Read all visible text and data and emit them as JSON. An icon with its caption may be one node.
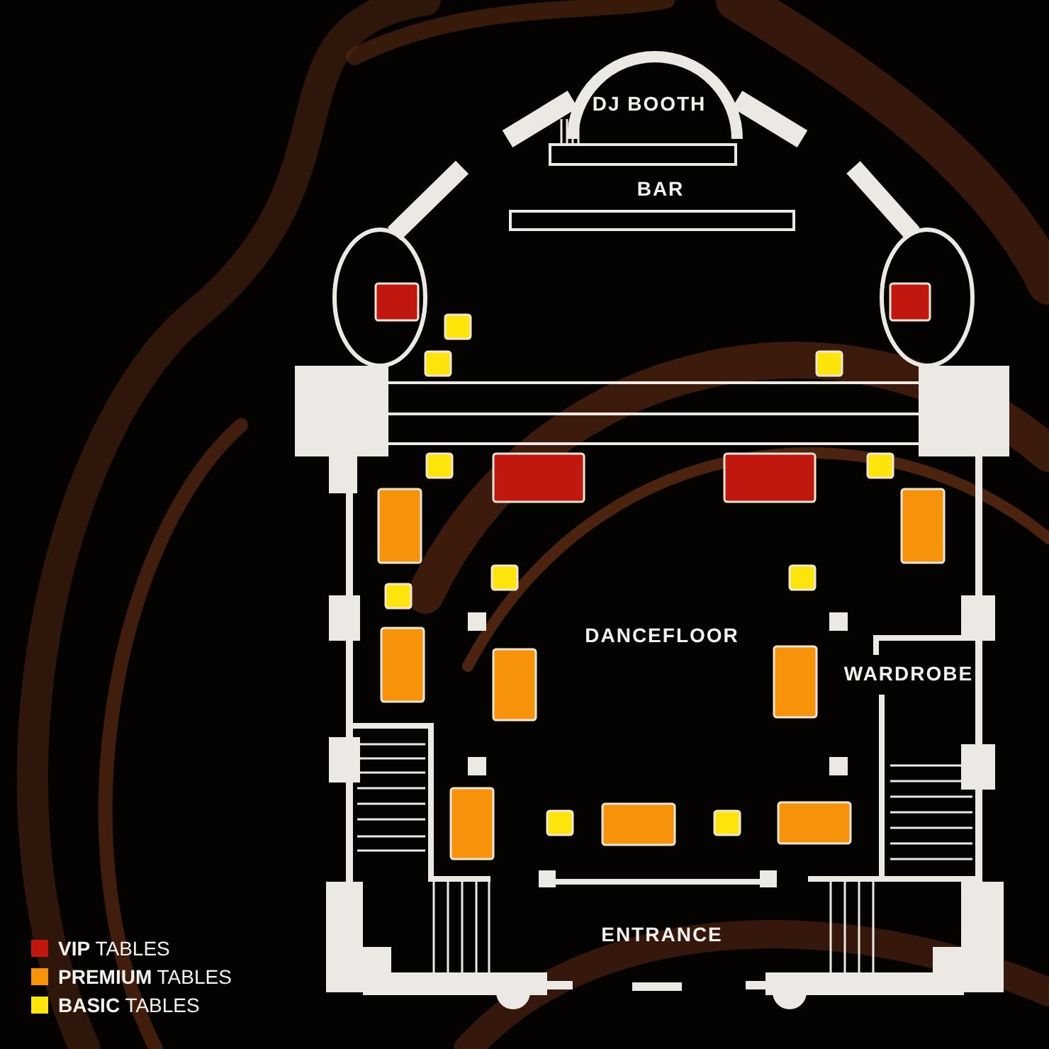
{
  "diagram": {
    "labels": [
      "DJ BOOTH",
      "BAR",
      "DANCEFLOOR",
      "WARDROBE",
      "ENTRANCE"
    ],
    "legend": [
      {
        "text": "**VIP** TABLES",
        "color": "#c0170f"
      },
      {
        "text": "**PREMIUM** TABLES",
        "color": "#f7930b"
      },
      {
        "text": "**BASIC** TABLES",
        "color": "#fde40a"
      }
    ]
  }
}
